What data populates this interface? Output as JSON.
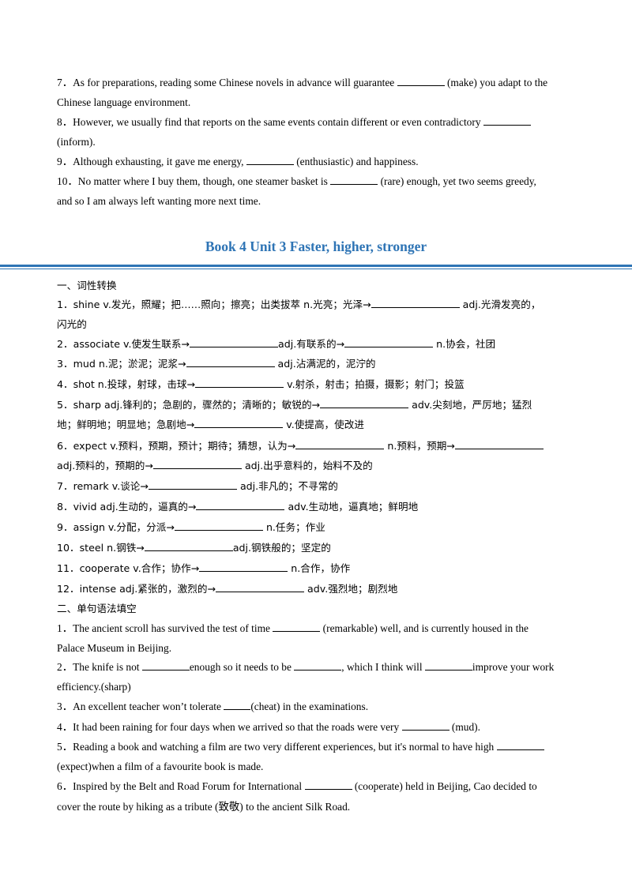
{
  "partA": {
    "q7": {
      "a": "7．As for preparations, reading some Chinese novels in advance will guarantee ",
      "b": " (make) you adapt to the",
      "c": "Chinese language environment."
    },
    "q8": {
      "a": "8．However, we usually find that reports on the same events contain different or even contradictory ",
      "c": "(inform)."
    },
    "q9": {
      "a": "9．Although exhausting, it gave me energy, ",
      "b": " (enthusiastic) and happiness."
    },
    "q10": {
      "a": "10．No matter where I buy them, though, one steamer basket is ",
      "b": " (rare) enough, yet two seems greedy,",
      "c": "and so I am always left wanting more next time."
    }
  },
  "unit_title": "Book  4  Unit 3 Faster, higher, stronger",
  "section1": {
    "heading": "一、词性转换",
    "items": {
      "i1": {
        "a": "1．shine v.发光，照耀；把……照向；擦亮；出类拔萃  n.光亮；光泽→",
        "b": "  adj.光滑发亮的，",
        "c": "闪光的"
      },
      "i2": {
        "a": "2．associate v.使发生联系→",
        "b": "adj.有联系的→",
        "c": "  n.协会，社团"
      },
      "i3": {
        "a": "3．mud n.泥；淤泥；泥浆→",
        "b": "  adj.沾满泥的，泥泞的"
      },
      "i4": {
        "a": "4．shot n.投球，射球，击球→",
        "b": "  v.射杀，射击；拍摄，摄影；射门；投篮"
      },
      "i5": {
        "a": "5．sharp adj.锋利的；急剧的，骤然的；清晰的；敏锐的→",
        "b": "  adv.尖刻地，严厉地；猛烈",
        "c": "地；鲜明地；明显地；急剧地→",
        "d": "  v.使提高，使改进"
      },
      "i6": {
        "a": "6．expect v.预料，预期，预计；期待；猜想，认为→",
        "b": "  n.预料，预期→",
        "c": "adj.预料的，预期的→",
        "d": "  adj.出乎意料的，始料不及的"
      },
      "i7": {
        "a": "7．remark v.谈论→",
        "b": "  adj.非凡的；不寻常的"
      },
      "i8": {
        "a": "8．vivid adj.生动的，逼真的→",
        "b": "  adv.生动地，逼真地；鲜明地"
      },
      "i9": {
        "a": "9．assign v.分配，分派→",
        "b": "  n.任务；作业"
      },
      "i10": {
        "a": "10．steel n.钢铁→",
        "b": "adj.钢铁般的；坚定的"
      },
      "i11": {
        "a": "11．cooperate v.合作；协作→",
        "b": "  n.合作，协作"
      },
      "i12": {
        "a": "12．intense adj.紧张的，激烈的→",
        "b": "  adv.强烈地；剧烈地"
      }
    }
  },
  "section2": {
    "heading": "二、单句语法填空",
    "q1": {
      "a": "1．The ancient scroll has survived the test of time ",
      "b": " (remarkable) well, and is currently housed in the",
      "c": "Palace Museum in Beijing."
    },
    "q2": {
      "a": "2．The knife is not ",
      "b": "enough so it needs to be ",
      "c": ", which I think will ",
      "d": "improve your work",
      "e": "efficiency.(sharp)"
    },
    "q3": {
      "a": "3．An excellent teacher won’t tolerate ",
      "b": "(cheat) in the examinations."
    },
    "q4": {
      "a": "4．It had been raining for four days when we arrived so that the roads were very ",
      "b": " (mud)."
    },
    "q5": {
      "a": "5．Reading a book and watching a film are two very different experiences, but it's normal to have high ",
      "c": "(expect)when a film of a favourite book is made."
    },
    "q6": {
      "a": "6．Inspired by the Belt and Road Forum for International ",
      "b": " (cooperate) held in Beijing, Cao decided to",
      "c": "cover the route by hiking as a tribute (致敬) to the ancient Silk Road."
    }
  }
}
